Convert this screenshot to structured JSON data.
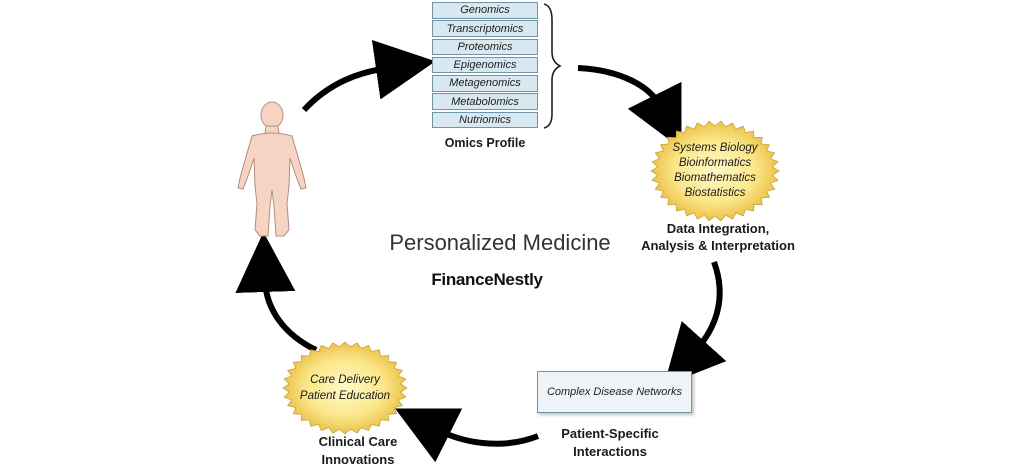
{
  "title": "Personalized Medicine",
  "watermark": "FinanceNestly",
  "omics": {
    "layers": [
      "Genomics",
      "Transcriptomics",
      "Proteomics",
      "Epigenomics",
      "Metagenomics",
      "Metabolomics",
      "Nutriomics"
    ],
    "label": "Omics Profile"
  },
  "data_integration": {
    "methods": [
      "Systems Biology",
      "Bioinformatics",
      "Biomathematics",
      "Biostatistics"
    ],
    "label_line1": "Data Integration,",
    "label_line2": "Analysis & Interpretation"
  },
  "patient_specific": {
    "box_text": "Complex Disease Networks",
    "label_line1": "Patient-Specific",
    "label_line2": "Interactions"
  },
  "clinical_care": {
    "items": [
      "Care Delivery",
      "Patient Education"
    ],
    "label_line1": "Clinical Care",
    "label_line2": "Innovations"
  },
  "colors": {
    "burst_center": "#fff6b0",
    "burst_edge": "#e8b838",
    "omics_fill": "#d7e8f1",
    "skin": "#f6d4c4",
    "arrow": "#000000"
  }
}
